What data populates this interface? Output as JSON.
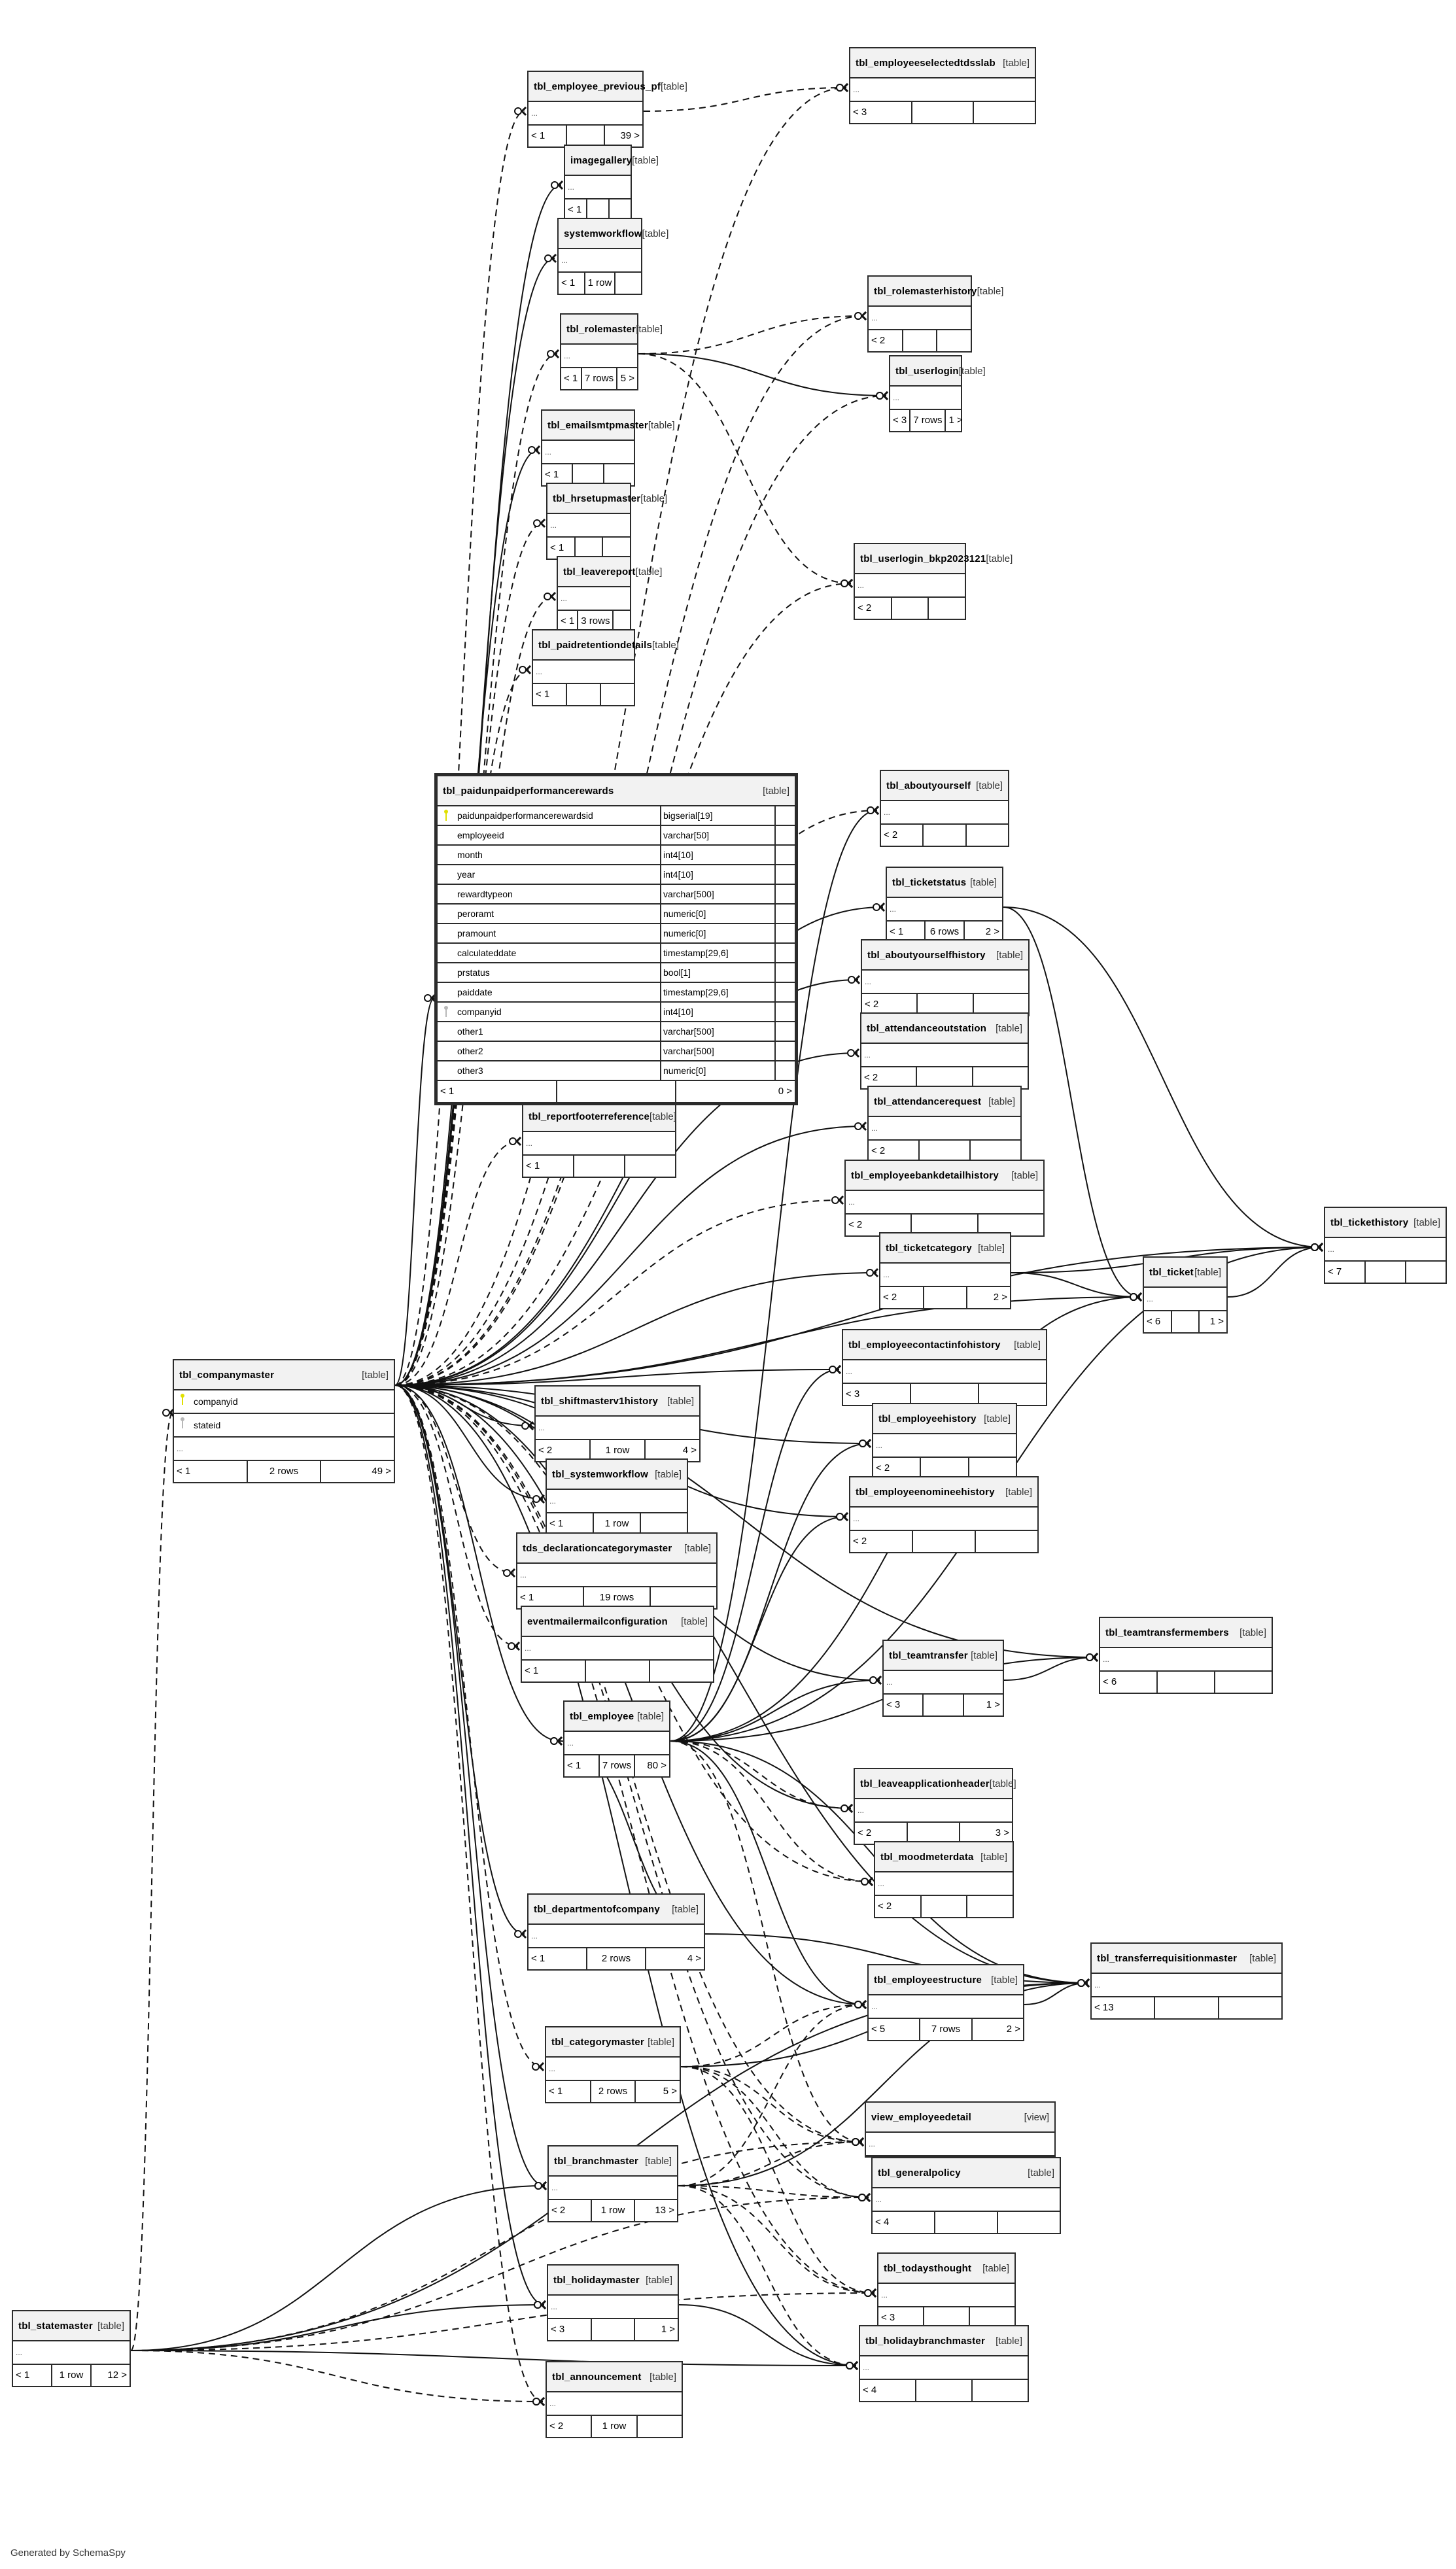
{
  "diagram": {
    "footer": "Generated by SchemaSpy",
    "ellipsis": "...",
    "tables": [
      {
        "id": "tbl_employeeselectedtdsslab",
        "name": "tbl_employeeselectedtdsslab",
        "kind": "[table]",
        "parents": "< 3",
        "rows": "",
        "children": ""
      },
      {
        "id": "tbl_employee_previous_pf",
        "name": "tbl_employee_previous_pf",
        "kind": "[table]",
        "parents": "< 1",
        "rows": "",
        "children": "39 >"
      },
      {
        "id": "imagegallery",
        "name": "imagegallery",
        "kind": "[table]",
        "parents": "< 1",
        "rows": "",
        "children": ""
      },
      {
        "id": "systemworkflow",
        "name": "systemworkflow",
        "kind": "[table]",
        "parents": "< 1",
        "rows": "1 row",
        "children": ""
      },
      {
        "id": "tbl_rolemasterhistory",
        "name": "tbl_rolemasterhistory",
        "kind": "[table]",
        "parents": "< 2",
        "rows": "",
        "children": ""
      },
      {
        "id": "tbl_rolemaster",
        "name": "tbl_rolemaster",
        "kind": "[table]",
        "parents": "< 1",
        "rows": "7 rows",
        "children": "5 >"
      },
      {
        "id": "tbl_userlogin",
        "name": "tbl_userlogin",
        "kind": "[table]",
        "parents": "< 3",
        "rows": "7 rows",
        "children": "1 >"
      },
      {
        "id": "tbl_emailsmtpmaster",
        "name": "tbl_emailsmtpmaster",
        "kind": "[table]",
        "parents": "< 1",
        "rows": "",
        "children": ""
      },
      {
        "id": "tbl_hrsetupmaster",
        "name": "tbl_hrsetupmaster",
        "kind": "[table]",
        "parents": "< 1",
        "rows": "",
        "children": ""
      },
      {
        "id": "tbl_userlogin_bkp2023121",
        "name": "tbl_userlogin_bkp2023121",
        "kind": "[table]",
        "parents": "< 2",
        "rows": "",
        "children": ""
      },
      {
        "id": "tbl_leavereport",
        "name": "tbl_leavereport",
        "kind": "[table]",
        "parents": "< 1",
        "rows": "3 rows",
        "children": ""
      },
      {
        "id": "tbl_paidretentiondetails",
        "name": "tbl_paidretentiondetails",
        "kind": "[table]",
        "parents": "< 1",
        "rows": "",
        "children": ""
      },
      {
        "id": "tbl_aboutyourself",
        "name": "tbl_aboutyourself",
        "kind": "[table]",
        "parents": "< 2",
        "rows": "",
        "children": ""
      },
      {
        "id": "tbl_ticketstatus",
        "name": "tbl_ticketstatus",
        "kind": "[table]",
        "parents": "< 1",
        "rows": "6 rows",
        "children": "2 >"
      },
      {
        "id": "tbl_aboutyourselfhistory",
        "name": "tbl_aboutyourselfhistory",
        "kind": "[table]",
        "parents": "< 2",
        "rows": "",
        "children": ""
      },
      {
        "id": "tbl_attendanceoutstation",
        "name": "tbl_attendanceoutstation",
        "kind": "[table]",
        "parents": "< 2",
        "rows": "",
        "children": ""
      },
      {
        "id": "tbl_reportfooterreference",
        "name": "tbl_reportfooterreference",
        "kind": "[table]",
        "parents": "< 1",
        "rows": "",
        "children": ""
      },
      {
        "id": "tbl_attendancerequest",
        "name": "tbl_attendancerequest",
        "kind": "[table]",
        "parents": "< 2",
        "rows": "",
        "children": ""
      },
      {
        "id": "tbl_employeebankdetailhistory",
        "name": "tbl_employeebankdetailhistory",
        "kind": "[table]",
        "parents": "< 2",
        "rows": "",
        "children": ""
      },
      {
        "id": "tbl_tickethistory",
        "name": "tbl_tickethistory",
        "kind": "[table]",
        "parents": "< 7",
        "rows": "",
        "children": ""
      },
      {
        "id": "tbl_ticketcategory",
        "name": "tbl_ticketcategory",
        "kind": "[table]",
        "parents": "< 2",
        "rows": "",
        "children": "2 >"
      },
      {
        "id": "tbl_ticket",
        "name": "tbl_ticket",
        "kind": "[table]",
        "parents": "< 6",
        "rows": "",
        "children": "1 >"
      },
      {
        "id": "tbl_employeecontactinfohistory",
        "name": "tbl_employeecontactinfohistory",
        "kind": "[table]",
        "parents": "< 3",
        "rows": "",
        "children": ""
      },
      {
        "id": "tbl_shiftmasterv1history",
        "name": "tbl_shiftmasterv1history",
        "kind": "[table]",
        "parents": "< 2",
        "rows": "1 row",
        "children": "4 >"
      },
      {
        "id": "tbl_employeehistory",
        "name": "tbl_employeehistory",
        "kind": "[table]",
        "parents": "< 2",
        "rows": "",
        "children": ""
      },
      {
        "id": "tbl_systemworkflow",
        "name": "tbl_systemworkflow",
        "kind": "[table]",
        "parents": "< 1",
        "rows": "1 row",
        "children": ""
      },
      {
        "id": "tbl_employeenomineehistory",
        "name": "tbl_employeenomineehistory",
        "kind": "[table]",
        "parents": "< 2",
        "rows": "",
        "children": ""
      },
      {
        "id": "tds_declarationcategorymaster",
        "name": "tds_declarationcategorymaster",
        "kind": "[table]",
        "parents": "< 1",
        "rows": "19 rows",
        "children": ""
      },
      {
        "id": "eventmailermailconfiguration",
        "name": "eventmailermailconfiguration",
        "kind": "[table]",
        "parents": "< 1",
        "rows": "",
        "children": ""
      },
      {
        "id": "tbl_teamtransfermembers",
        "name": "tbl_teamtransfermembers",
        "kind": "[table]",
        "parents": "< 6",
        "rows": "",
        "children": ""
      },
      {
        "id": "tbl_teamtransfer",
        "name": "tbl_teamtransfer",
        "kind": "[table]",
        "parents": "< 3",
        "rows": "",
        "children": "1 >"
      },
      {
        "id": "tbl_employee",
        "name": "tbl_employee",
        "kind": "[table]",
        "parents": "< 1",
        "rows": "7 rows",
        "children": "80 >"
      },
      {
        "id": "tbl_leaveapplicationheader",
        "name": "tbl_leaveapplicationheader",
        "kind": "[table]",
        "parents": "< 2",
        "rows": "",
        "children": "3 >"
      },
      {
        "id": "tbl_moodmeterdata",
        "name": "tbl_moodmeterdata",
        "kind": "[table]",
        "parents": "< 2",
        "rows": "",
        "children": ""
      },
      {
        "id": "tbl_departmentofcompany",
        "name": "tbl_departmentofcompany",
        "kind": "[table]",
        "parents": "< 1",
        "rows": "2 rows",
        "children": "4 >"
      },
      {
        "id": "tbl_transferrequisitionmaster",
        "name": "tbl_transferrequisitionmaster",
        "kind": "[table]",
        "parents": "< 13",
        "rows": "",
        "children": ""
      },
      {
        "id": "tbl_employeestructure",
        "name": "tbl_employeestructure",
        "kind": "[table]",
        "parents": "< 5",
        "rows": "7 rows",
        "children": "2 >"
      },
      {
        "id": "tbl_categorymaster",
        "name": "tbl_categorymaster",
        "kind": "[table]",
        "parents": "< 1",
        "rows": "2 rows",
        "children": "5 >"
      },
      {
        "id": "view_employeedetail",
        "name": "view_employeedetail",
        "kind": "[view]",
        "parents": null,
        "rows": null,
        "children": null
      },
      {
        "id": "tbl_branchmaster",
        "name": "tbl_branchmaster",
        "kind": "[table]",
        "parents": "< 2",
        "rows": "1 row",
        "children": "13 >"
      },
      {
        "id": "tbl_generalpolicy",
        "name": "tbl_generalpolicy",
        "kind": "[table]",
        "parents": "< 4",
        "rows": "",
        "children": ""
      },
      {
        "id": "tbl_todaysthought",
        "name": "tbl_todaysthought",
        "kind": "[table]",
        "parents": "< 3",
        "rows": "",
        "children": ""
      },
      {
        "id": "tbl_holidaymaster",
        "name": "tbl_holidaymaster",
        "kind": "[table]",
        "parents": "< 3",
        "rows": "",
        "children": "1 >"
      },
      {
        "id": "tbl_holidaybranchmaster",
        "name": "tbl_holidaybranchmaster",
        "kind": "[table]",
        "parents": "< 4",
        "rows": "",
        "children": ""
      },
      {
        "id": "tbl_statemaster",
        "name": "tbl_statemaster",
        "kind": "[table]",
        "parents": "< 1",
        "rows": "1 row",
        "children": "12 >"
      },
      {
        "id": "tbl_announcement",
        "name": "tbl_announcement",
        "kind": "[table]",
        "parents": "< 2",
        "rows": "1 row",
        "children": ""
      }
    ],
    "companymaster": {
      "name": "tbl_companymaster",
      "kind": "[table]",
      "columns": [
        {
          "name": "companyid",
          "key": "pk"
        },
        {
          "name": "stateid",
          "key": "fk"
        }
      ],
      "parents": "< 1",
      "rows": "2 rows",
      "children": "49 >"
    },
    "focus_table": {
      "name": "tbl_paidunpaidperformancerewards",
      "kind": "[table]",
      "columns": [
        {
          "name": "paidunpaidperformancerewardsid",
          "type": "bigserial[19]",
          "key": "pk"
        },
        {
          "name": "employeeid",
          "type": "varchar[50]",
          "key": ""
        },
        {
          "name": "month",
          "type": "int4[10]",
          "key": ""
        },
        {
          "name": "year",
          "type": "int4[10]",
          "key": ""
        },
        {
          "name": "rewardtypeon",
          "type": "varchar[500]",
          "key": ""
        },
        {
          "name": "peroramt",
          "type": "numeric[0]",
          "key": ""
        },
        {
          "name": "pramount",
          "type": "numeric[0]",
          "key": ""
        },
        {
          "name": "calculateddate",
          "type": "timestamp[29,6]",
          "key": ""
        },
        {
          "name": "prstatus",
          "type": "bool[1]",
          "key": ""
        },
        {
          "name": "paiddate",
          "type": "timestamp[29,6]",
          "key": ""
        },
        {
          "name": "companyid",
          "type": "int4[10]",
          "key": "fk"
        },
        {
          "name": "other1",
          "type": "varchar[500]",
          "key": ""
        },
        {
          "name": "other2",
          "type": "varchar[500]",
          "key": ""
        },
        {
          "name": "other3",
          "type": "numeric[0]",
          "key": ""
        }
      ],
      "parents": "< 1",
      "rows": "",
      "children": "0 >"
    }
  }
}
